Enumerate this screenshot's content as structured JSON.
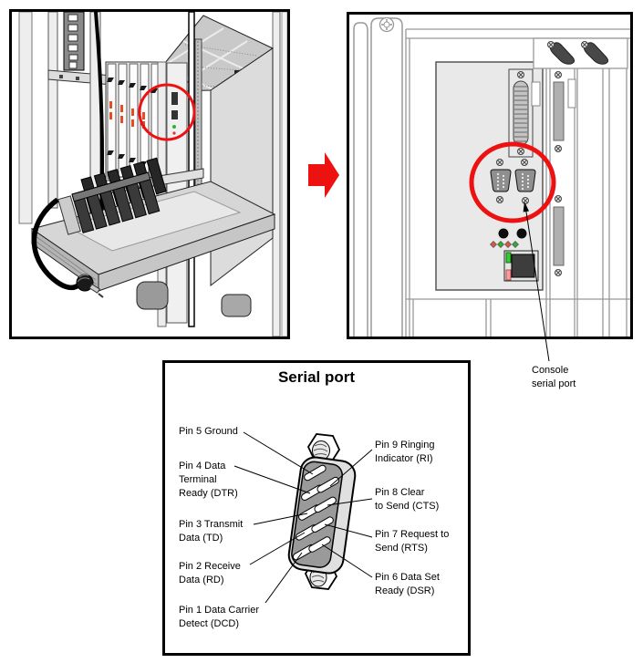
{
  "figure": {
    "console_callout": "Console\nserial port",
    "serial_diagram": {
      "title": "Serial port",
      "pins_left": [
        "Pin 5 Ground",
        "Pin 4 Data\nTerminal\nReady (DTR)",
        "Pin 3 Transmit\nData (TD)",
        "Pin 2 Receive\nData (RD)",
        "Pin 1 Data Carrier\nDetect (DCD)"
      ],
      "pins_right": [
        "Pin 9 Ringing\nIndicator (RI)",
        "Pin 8 Clear\nto Send (CTS)",
        "Pin 7 Request to\nSend (RTS)",
        "Pin 6 Data Set\nReady (DSR)"
      ]
    },
    "colors": {
      "highlight_red": "#ee1111",
      "led_green": "#33aa33",
      "led_red": "#dd5544",
      "ethernet_led_green": "#33cc33",
      "ethernet_led_pink": "#ff9a9a",
      "card_marker_orange": "#e94a22"
    }
  }
}
